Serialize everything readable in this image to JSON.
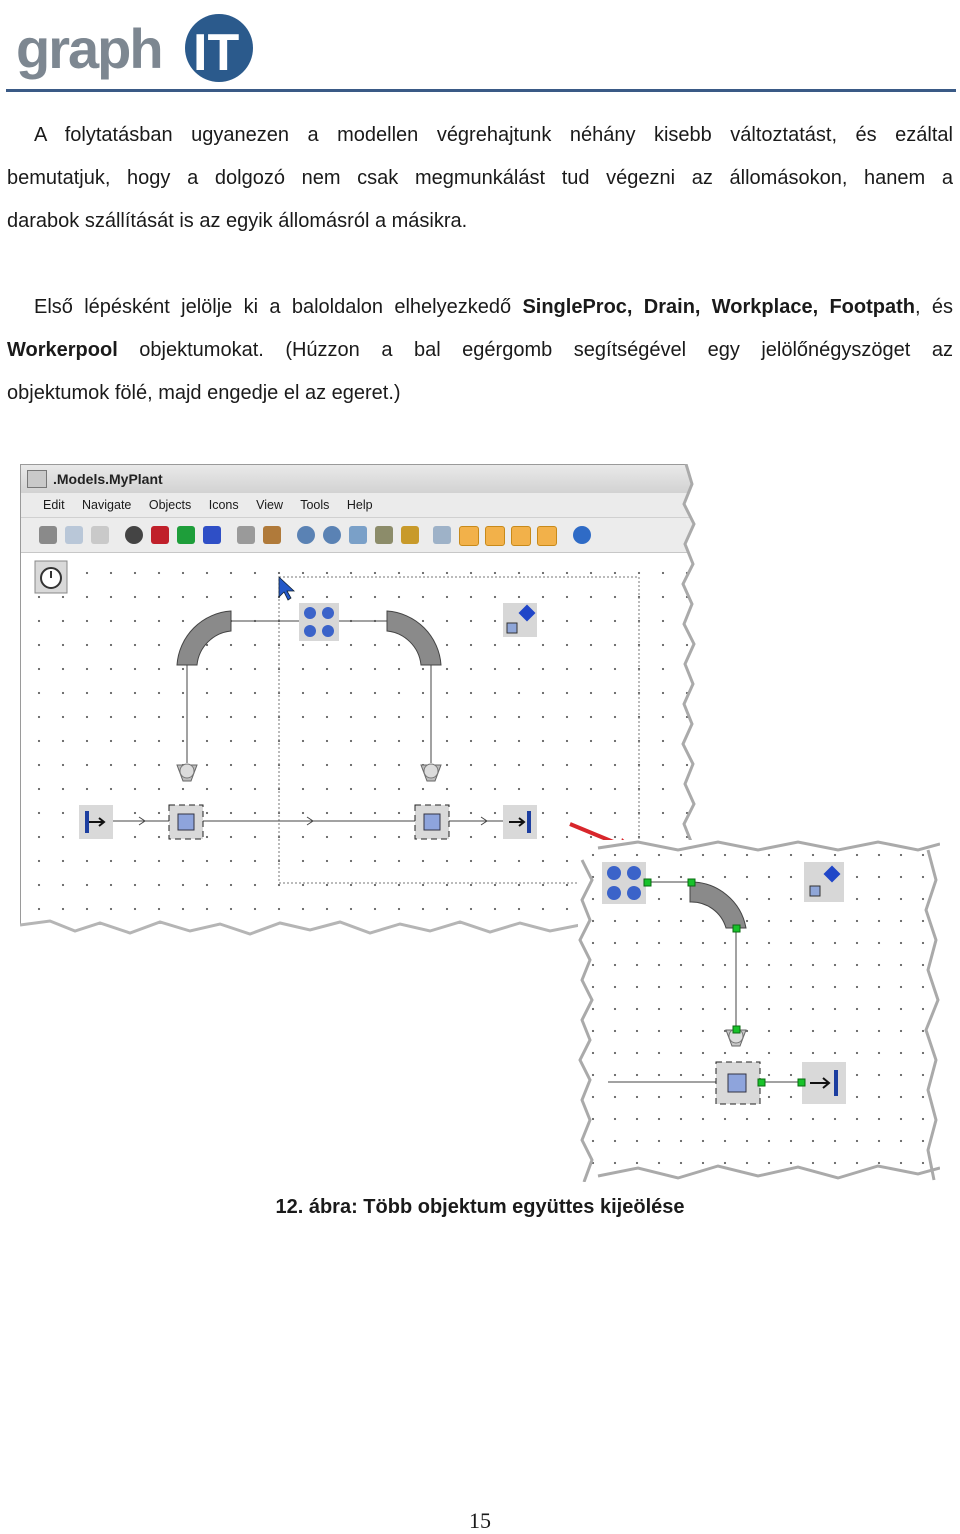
{
  "header": {
    "logo_text": "graphIT"
  },
  "paragraphs": {
    "p1": [
      "A folytatásban ugyanezen a modellen végrehajtunk néhány kisebb változtatást, és ezáltal",
      "bemutatjuk, hogy a dolgozó nem csak megmunkálást tud végezni az állomásokon, hanem a",
      "darabok szállítását is az egyik állomásról a másikra."
    ],
    "p2": {
      "l1_pre": "Első lépésként jelölje ki a baloldalon elhelyezkedő ",
      "l1_bold": "SingleProc, Drain, Workplace, Footpath",
      "l1_post": ", és",
      "l2_bold": "Workerpool",
      "l2_post": " objektumokat. (Húzzon a bal egérgomb segítségével egy jelölőnégyszöget az",
      "l3": "objektumok fölé, majd engedje el az egeret.)"
    }
  },
  "figure": {
    "window_title": ".Models.MyPlant",
    "menu": [
      "Edit",
      "Navigate",
      "Objects",
      "Icons",
      "View",
      "Tools",
      "Help"
    ],
    "accent_color": "#d8262b"
  },
  "caption": "12. ábra: Több objektum együttes kijeölése",
  "page_number": "15"
}
